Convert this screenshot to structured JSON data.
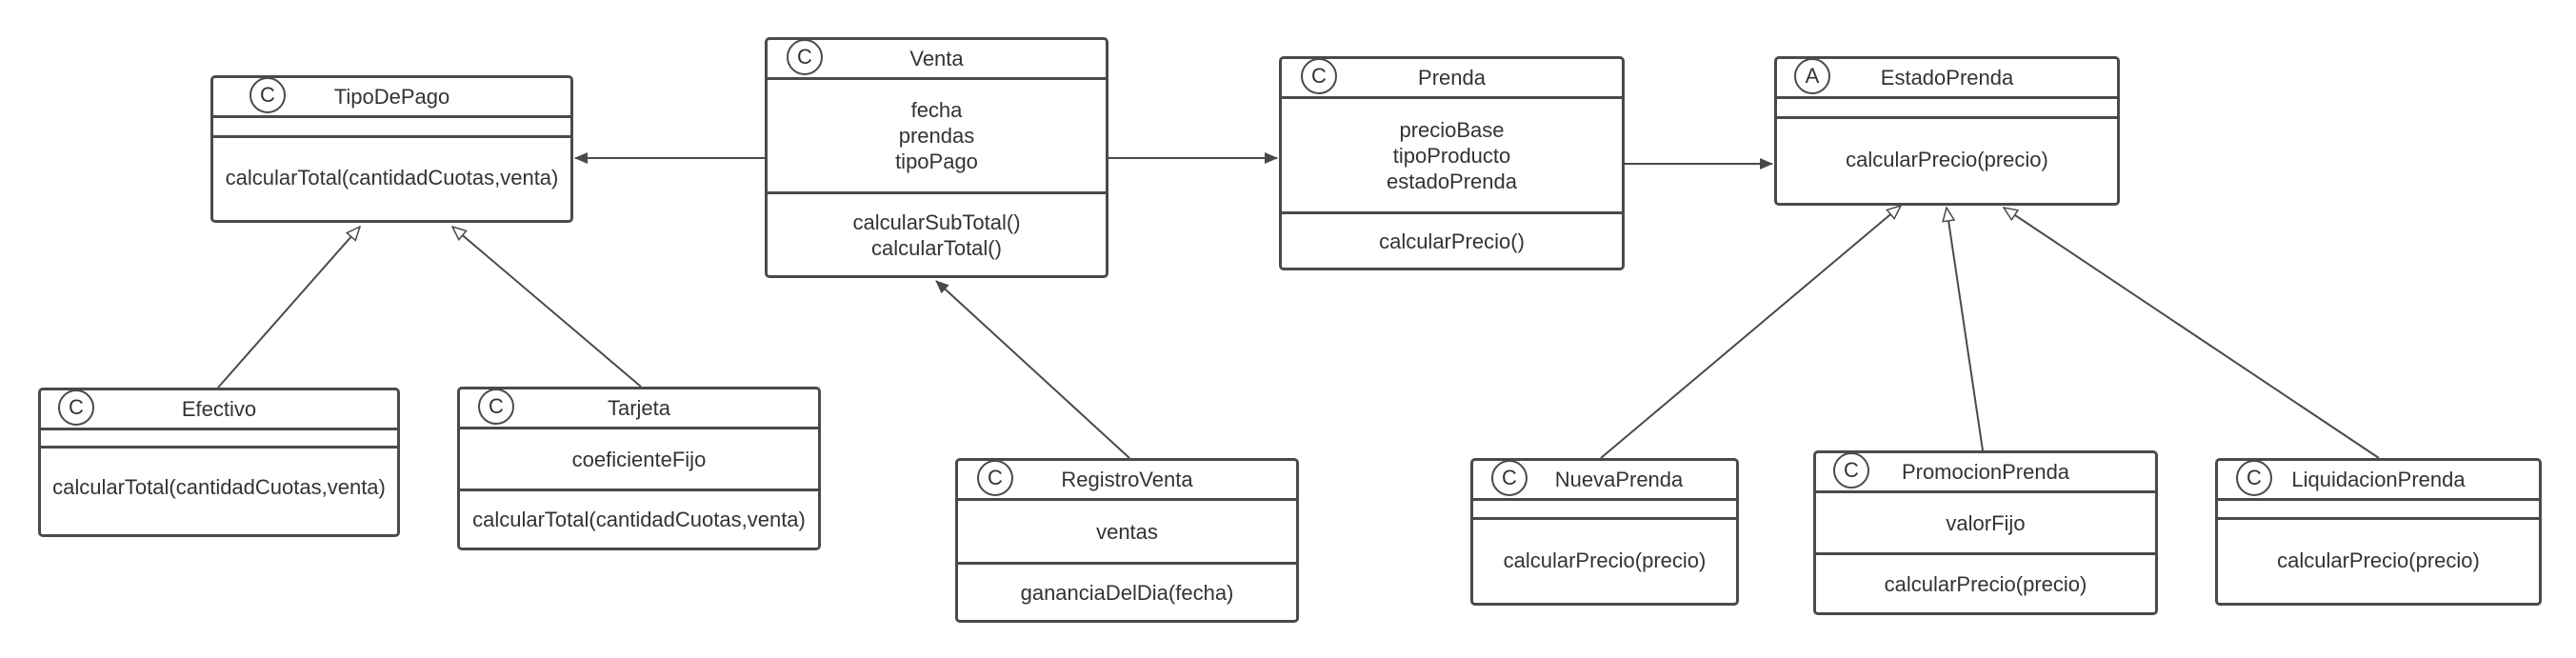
{
  "classes": {
    "tipo_de_pago": {
      "stereotype": "C",
      "name": "TipoDePago",
      "attributes": [],
      "methods": [
        "calcularTotal(cantidadCuotas,venta)"
      ]
    },
    "venta": {
      "stereotype": "C",
      "name": "Venta",
      "attributes": [
        "fecha",
        "prendas",
        "tipoPago"
      ],
      "methods": [
        "calcularSubTotal()",
        "calcularTotal()"
      ]
    },
    "prenda": {
      "stereotype": "C",
      "name": "Prenda",
      "attributes": [
        "precioBase",
        "tipoProducto",
        "estadoPrenda"
      ],
      "methods": [
        "calcularPrecio()"
      ]
    },
    "estado_prenda": {
      "stereotype": "A",
      "name": "EstadoPrenda",
      "attributes": [],
      "methods": [
        "calcularPrecio(precio)"
      ]
    },
    "efectivo": {
      "stereotype": "C",
      "name": "Efectivo",
      "attributes": [],
      "methods": [
        "calcularTotal(cantidadCuotas,venta)"
      ]
    },
    "tarjeta": {
      "stereotype": "C",
      "name": "Tarjeta",
      "attributes": [
        "coeficienteFijo"
      ],
      "methods": [
        "calcularTotal(cantidadCuotas,venta)"
      ]
    },
    "registro_venta": {
      "stereotype": "C",
      "name": "RegistroVenta",
      "attributes": [
        "ventas"
      ],
      "methods": [
        "gananciaDelDia(fecha)"
      ]
    },
    "nueva_prenda": {
      "stereotype": "C",
      "name": "NuevaPrenda",
      "attributes": [],
      "methods": [
        "calcularPrecio(precio)"
      ]
    },
    "promocion_prenda": {
      "stereotype": "C",
      "name": "PromocionPrenda",
      "attributes": [
        "valorFijo"
      ],
      "methods": [
        "calcularPrecio(precio)"
      ]
    },
    "liquidacion_prenda": {
      "stereotype": "C",
      "name": "LiquidacionPrenda",
      "attributes": [],
      "methods": [
        "calcularPrecio(precio)"
      ]
    }
  },
  "relations": [
    {
      "type": "association",
      "from": "Venta",
      "to": "TipoDePago"
    },
    {
      "type": "association",
      "from": "Venta",
      "to": "Prenda"
    },
    {
      "type": "association",
      "from": "Prenda",
      "to": "EstadoPrenda"
    },
    {
      "type": "association",
      "from": "RegistroVenta",
      "to": "Venta"
    },
    {
      "type": "inheritance",
      "from": "Efectivo",
      "to": "TipoDePago"
    },
    {
      "type": "inheritance",
      "from": "Tarjeta",
      "to": "TipoDePago"
    },
    {
      "type": "inheritance",
      "from": "NuevaPrenda",
      "to": "EstadoPrenda"
    },
    {
      "type": "inheritance",
      "from": "PromocionPrenda",
      "to": "EstadoPrenda"
    },
    {
      "type": "inheritance",
      "from": "LiquidacionPrenda",
      "to": "EstadoPrenda"
    }
  ]
}
